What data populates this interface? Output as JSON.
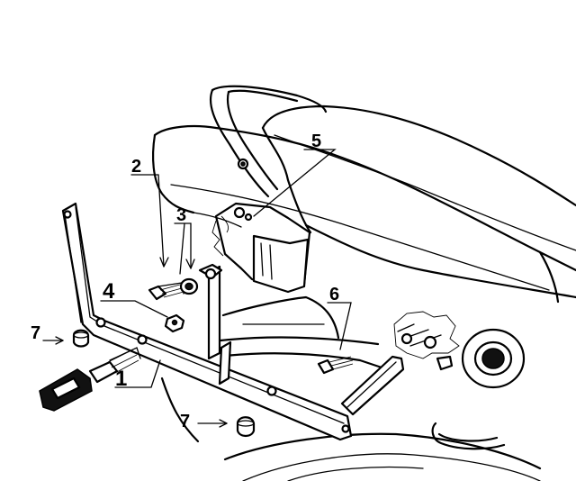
{
  "diagram": {
    "callouts": [
      {
        "id": "1",
        "label": "1"
      },
      {
        "id": "2",
        "label": "2"
      },
      {
        "id": "3",
        "label": "3"
      },
      {
        "id": "4",
        "label": "4"
      },
      {
        "id": "5",
        "label": "5"
      },
      {
        "id": "6",
        "label": "6"
      },
      {
        "id": "7a",
        "label": "7"
      },
      {
        "id": "7b",
        "label": "7"
      }
    ]
  }
}
